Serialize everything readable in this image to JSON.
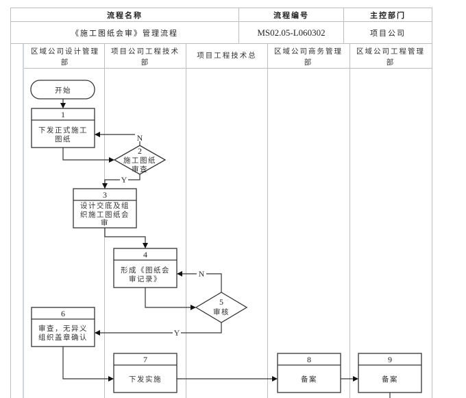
{
  "header": {
    "name_label": "流程名称",
    "code_label": "流程编号",
    "dept_label": "主控部门",
    "name_value": "《施工图纸会审》管理流程",
    "code_value": "MS02.05-L060302",
    "dept_value": "项目公司"
  },
  "lanes": [
    {
      "label": "区域公司设计管理部"
    },
    {
      "label": "项目公司工程技术部"
    },
    {
      "label": "项目工程技术总"
    },
    {
      "label": "区域公司商务管理部"
    },
    {
      "label": "区域公司工程管理部"
    }
  ],
  "nodes": {
    "start": {
      "label": "开始"
    },
    "n1": {
      "num": "1",
      "line1": "下发正式施工",
      "line2": "图纸"
    },
    "n2": {
      "num": "2",
      "line1": "施工图纸",
      "line2": "审查"
    },
    "n3": {
      "num": "3",
      "line1": "设计交底及组",
      "line2": "织施工图纸会",
      "line3": "审"
    },
    "n4": {
      "num": "4",
      "line1": "形成《图纸会",
      "line2": "审记录》"
    },
    "n5": {
      "num": "5",
      "line1": "审核"
    },
    "n6": {
      "num": "6",
      "line1": "审查，无异义",
      "line2": "组织盖章确认"
    },
    "n7": {
      "num": "7",
      "line1": "下发实施"
    },
    "n8": {
      "num": "8",
      "line1": "备案"
    },
    "n9": {
      "num": "9",
      "line1": "备案"
    }
  },
  "edges": {
    "n2_no": "N",
    "n2_yes": "Y",
    "n5_no": "N",
    "n5_yes": "Y"
  }
}
